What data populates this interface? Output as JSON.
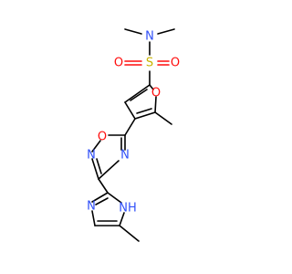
{
  "atom_colors": {
    "N": "#3050f8",
    "O": "#ff0d0d",
    "S": "#c8b400",
    "H": "#3050f8"
  },
  "atoms": {
    "n_amide": "N",
    "s_sulfonyl": "S",
    "o_sulfonyl_left": "O",
    "o_sulfonyl_right": "O",
    "o_furan": "O",
    "o_oxadiazole": "O",
    "n_oxadiazole_2": "N",
    "n_oxadiazole_4": "N",
    "n_imidazole_3": "N",
    "nh_imidazole": "NH"
  }
}
